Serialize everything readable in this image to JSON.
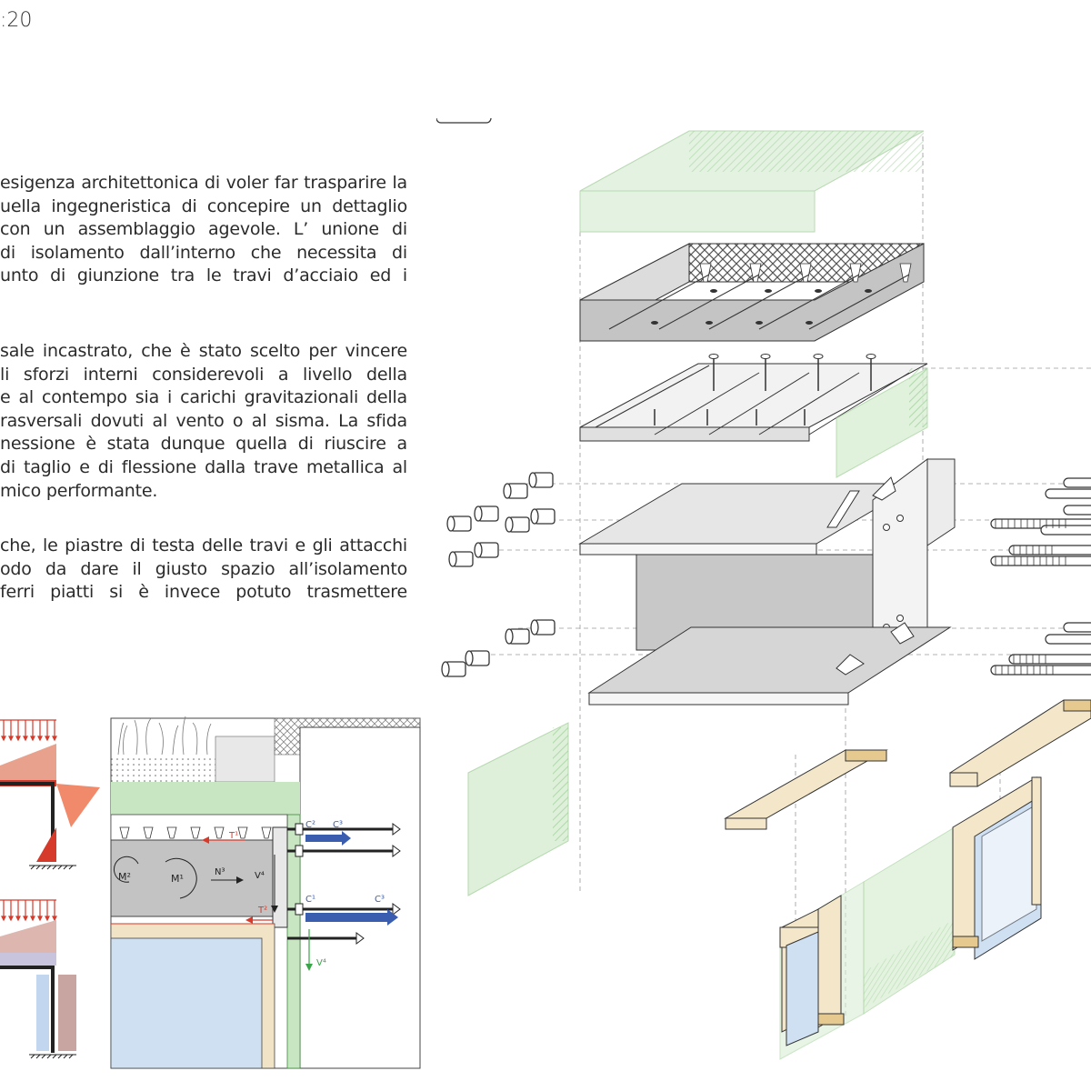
{
  "header": {
    "scale": ":20"
  },
  "text": {
    "paragraph_1": [
      "esigenza architettonica di voler far trasparire la",
      "uella ingegneristica di concepire un dettaglio",
      "con un assemblaggio agevole. L’ unione di",
      "di isolamento dall’interno che necessita di",
      "unto di giunzione tra le travi d’acciaio ed i"
    ],
    "paragraph_2": [
      "sale incastrato, che è stato scelto per vincere",
      "li sforzi interni considerevoli a livello della",
      "e al contempo sia i carichi gravitazionali della",
      "rasversali dovuti al vento o al sisma. La sfida",
      "nessione è stata dunque quella di riuscire a",
      "di taglio e di flessione dalla trave metallica al",
      "mico performante."
    ],
    "paragraph_3": [
      "che, le piastre di testa delle travi e gli attacchi",
      "odo da dare il giusto spazio all’isolamento",
      "ferri piatti si è invece potuto trasmettere"
    ]
  },
  "section_labels": {
    "c2": "C²",
    "c3_top": "C³",
    "t1": "T¹",
    "m2": "M²",
    "m1": "M¹",
    "n3": "N³",
    "v4_top": "V⁴",
    "c1": "C¹",
    "c3_bottom": "C³",
    "t2": "T²",
    "v4_bottom": "V⁴"
  },
  "colors": {
    "insulation_green": "#c9e6c2",
    "steel_grey": "#c8c8c8",
    "wood_beige": "#f1e3c6",
    "glass_blue": "#cfe0f3",
    "force_red": "#d63a2a",
    "force_blue": "#3a5db0",
    "shear_green": "#3aa64a"
  }
}
